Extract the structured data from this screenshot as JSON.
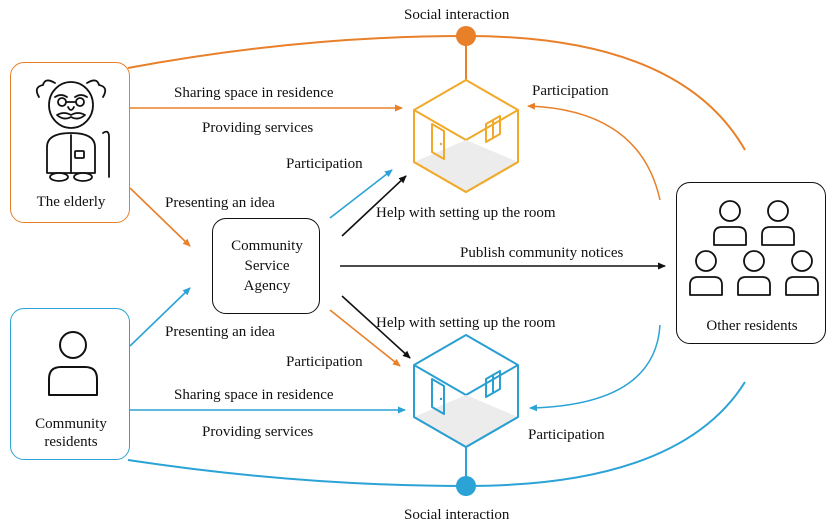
{
  "colors": {
    "elderly": "#e8802a",
    "residents": "#2ba3d6",
    "room_orange": "#f0a928",
    "room_blue": "#2a9fd1",
    "dark": "#111111"
  },
  "nodes": {
    "elderly": "The elderly",
    "community_residents_line1": "Community",
    "community_residents_line2": "residents",
    "agency_line1": "Community",
    "agency_line2": "Service",
    "agency_line3": "Agency",
    "other_residents": "Other residents"
  },
  "edges": {
    "social_interaction_top": "Social interaction",
    "social_interaction_bottom": "Social interaction",
    "elderly_sharing_space": "Sharing space in residence",
    "elderly_providing_services": "Providing services",
    "elderly_presenting_idea": "Presenting an idea",
    "residents_presenting_idea": "Presenting an idea",
    "residents_sharing_space": "Sharing space in residence",
    "residents_providing_services": "Providing services",
    "agency_participation_top": "Participation",
    "agency_help_top": "Help with setting up the room",
    "agency_publish": "Publish community notices",
    "agency_help_bottom": "Help with setting up the room",
    "agency_participation_bottom": "Participation",
    "others_participation_top": "Participation",
    "others_participation_bottom": "Participation"
  },
  "icons": {
    "elderly": "elderly-person-icon",
    "resident": "person-icon",
    "others": "group-of-people-icon",
    "room_top": "isometric-room-icon",
    "room_bottom": "isometric-room-icon"
  }
}
